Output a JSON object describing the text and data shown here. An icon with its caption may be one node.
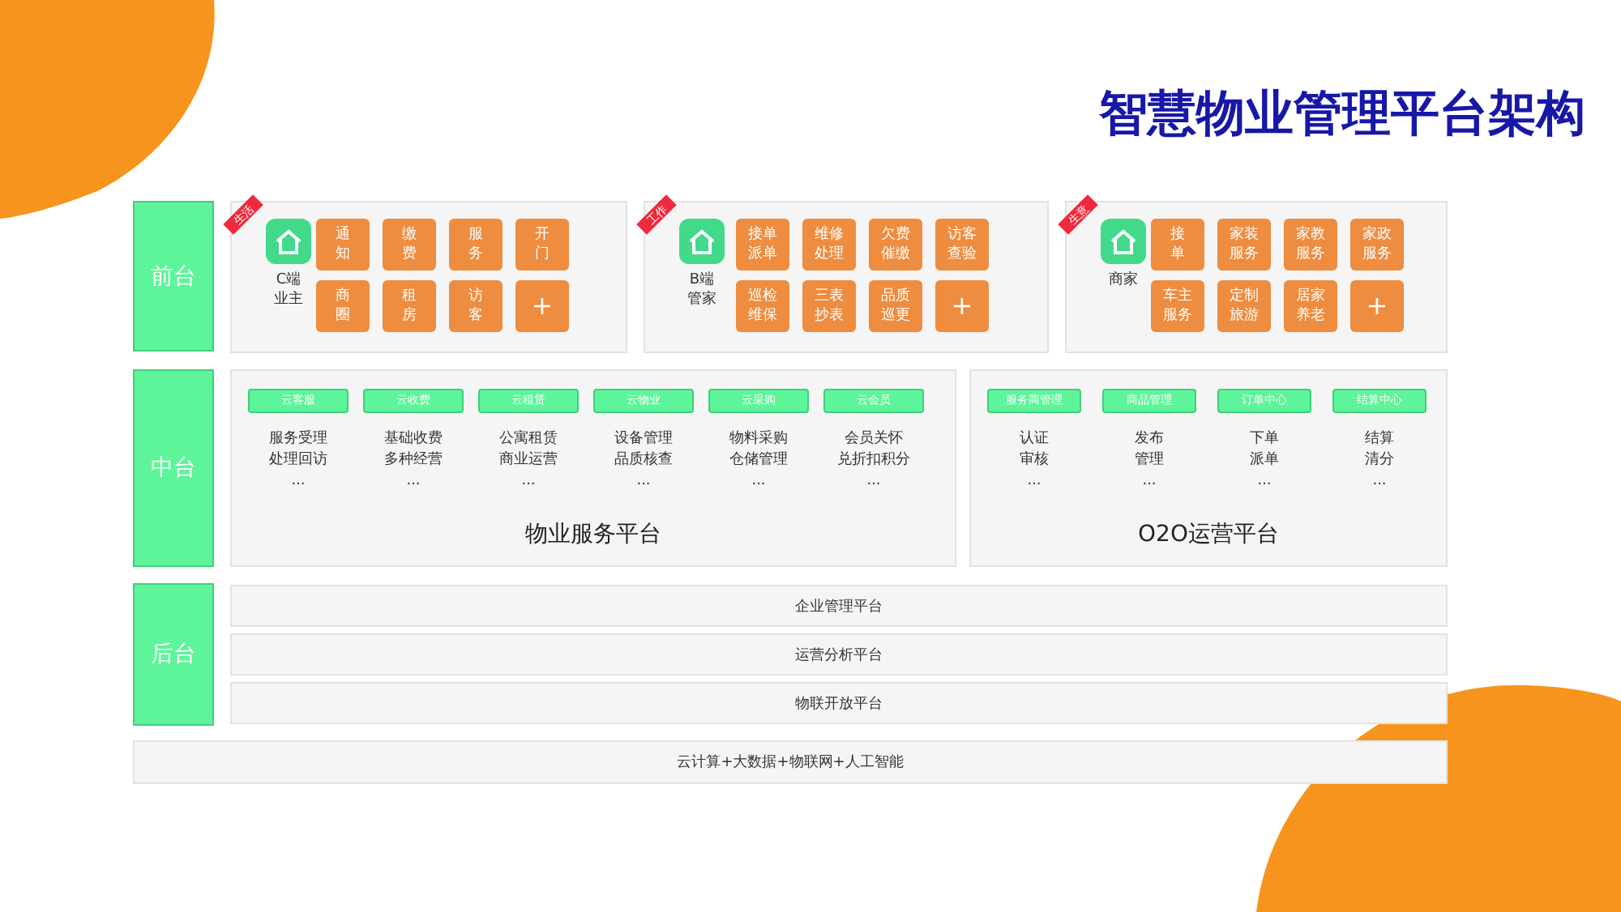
{
  "diagram": {
    "title": "智慧物业管理平台架构",
    "nodes": [
      {
        "text": [
          "前台"
        ]
      },
      {
        "text": [],
        "shape": "box"
      },
      {
        "text": [
          "生活"
        ],
        "in": 1
      },
      {
        "text": [
          "C端业主"
        ],
        "in": 1
      },
      {
        "text": [
          "通知"
        ],
        "in": 1
      },
      {
        "text": [
          "缴费"
        ],
        "in": 1
      },
      {
        "text": [
          "服务"
        ],
        "in": 1
      },
      {
        "text": [
          "开门"
        ],
        "in": 1
      },
      {
        "text": [
          "商圈"
        ],
        "in": 1
      },
      {
        "text": [
          "租房"
        ],
        "in": 1
      },
      {
        "text": [
          "访客"
        ],
        "in": 1
      },
      {
        "text": [
          "+"
        ],
        "in": 1
      },
      {
        "text": [],
        "shape": "box"
      },
      {
        "text": [
          "工作"
        ],
        "in": 12
      },
      {
        "text": [
          "B端管家"
        ],
        "in": 12
      },
      {
        "text": [
          "接单派单"
        ],
        "in": 12
      },
      {
        "text": [
          "维修处理"
        ],
        "in": 12
      },
      {
        "text": [
          "欠费催缴"
        ],
        "in": 12
      },
      {
        "text": [
          "访客查验"
        ],
        "in": 12
      },
      {
        "text": [
          "巡检维保"
        ],
        "in": 12
      },
      {
        "text": [
          "三表抄表"
        ],
        "in": 12
      },
      {
        "text": [
          "品质巡更"
        ],
        "in": 12
      },
      {
        "text": [
          "+"
        ],
        "in": 12
      },
      {
        "text": [],
        "shape": "box"
      },
      {
        "text": [
          "生意"
        ],
        "in": 23
      },
      {
        "text": [
          "商家"
        ],
        "in": 23
      },
      {
        "text": [
          "接单"
        ],
        "in": 23
      },
      {
        "text": [
          "家装服务"
        ],
        "in": 23
      },
      {
        "text": [
          "家教服务"
        ],
        "in": 23
      },
      {
        "text": [
          "家政服务"
        ],
        "in": 23
      },
      {
        "text": [
          "车主服务"
        ],
        "in": 23
      },
      {
        "text": [
          "定制旅游"
        ],
        "in": 23
      },
      {
        "text": [
          "居家养老"
        ],
        "in": 23
      },
      {
        "text": [
          "+"
        ],
        "in": 23
      },
      {
        "text": [
          "中台"
        ]
      },
      {
        "text": [
          "物业服务平台"
        ]
      },
      {
        "text": [
          "云客服"
        ],
        "in": 35,
        "beside": [
          "服务受理",
          "处理回访",
          "..."
        ]
      },
      {
        "text": [
          "云收费"
        ],
        "in": 35,
        "beside": [
          "基础收费",
          "多种经营",
          "..."
        ]
      },
      {
        "text": [
          "云租赁"
        ],
        "in": 35,
        "beside": [
          "公寓租赁",
          "商业运营",
          "..."
        ]
      },
      {
        "text": [
          "云物业"
        ],
        "in": 35,
        "beside": [
          "设备管理",
          "品质核查",
          "..."
        ]
      },
      {
        "text": [
          "云采购"
        ],
        "in": 35,
        "beside": [
          "物料采购",
          "仓储管理",
          "..."
        ]
      },
      {
        "text": [
          "云会员"
        ],
        "in": 35,
        "beside": [
          "会员关怀",
          "兑折扣积分",
          "..."
        ]
      },
      {
        "text": [
          "O2O运营平台"
        ]
      },
      {
        "text": [
          "服务商管理"
        ],
        "in": 42,
        "beside": [
          "认证",
          "审核",
          "..."
        ]
      },
      {
        "text": [
          "商品管理"
        ],
        "in": 42,
        "beside": [
          "发布",
          "管理",
          "..."
        ]
      },
      {
        "text": [
          "订单中心"
        ],
        "in": 42,
        "beside": [
          "下单",
          "派单",
          "..."
        ]
      },
      {
        "text": [
          "结算中心"
        ],
        "in": 42,
        "beside": [
          "结算",
          "清分",
          "..."
        ]
      },
      {
        "text": [
          "后台"
        ]
      },
      {
        "text": [
          "企业管理平台"
        ]
      },
      {
        "text": [
          "运营分析平台"
        ]
      },
      {
        "text": [
          "物联开放平台"
        ]
      },
      {
        "text": [
          "云计算+大数据+物联网+人工智能"
        ]
      }
    ]
  }
}
